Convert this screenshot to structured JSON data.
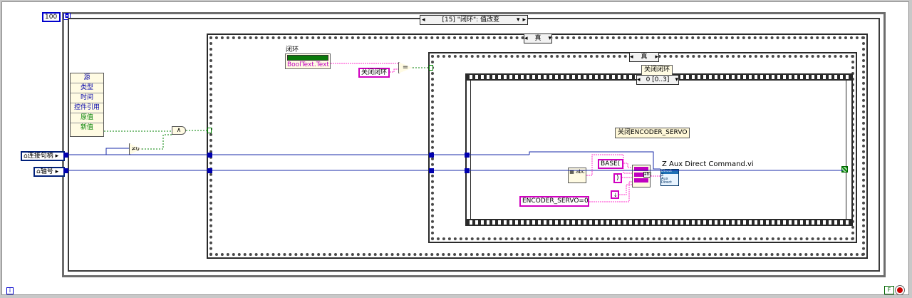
{
  "loop_count_const": "100",
  "event_selector": "[15] \"闭环\": 值改变",
  "case_outer_selector": "真",
  "case_inner_selector": "真",
  "seq_label": "关闭闭环",
  "seq_selector": "0 [0..3]",
  "event_data_node": {
    "items": [
      "源",
      "类型",
      "时间",
      "控件引用",
      "原值",
      "新值"
    ]
  },
  "bool_control": {
    "label": "闭环",
    "property": "BoolText.Text"
  },
  "string_const_close": "关闭闭环",
  "eq_op": "=",
  "and_op": "∧",
  "comment_label": "关闭ENCODER_SERVO",
  "handle_ref": "连接句柄",
  "axis_ref": "轴号",
  "string_const_base": "BASE(",
  "string_const_paren": ")",
  "string_const_encoder": "ENCODER_SERVO=0",
  "string_const_empty": "",
  "subvi_name": "Z Aux Direct Command.vi",
  "subvi_icon_lines": [
    "Direct",
    "Z",
    "Aux",
    "Direct"
  ],
  "colors": {
    "wire_blue": "#1a2ba8",
    "wire_pink": "#ff33cc",
    "wire_green": "#008000",
    "frame_gray": "#6d6d6d",
    "error_red": "#cc0000"
  }
}
